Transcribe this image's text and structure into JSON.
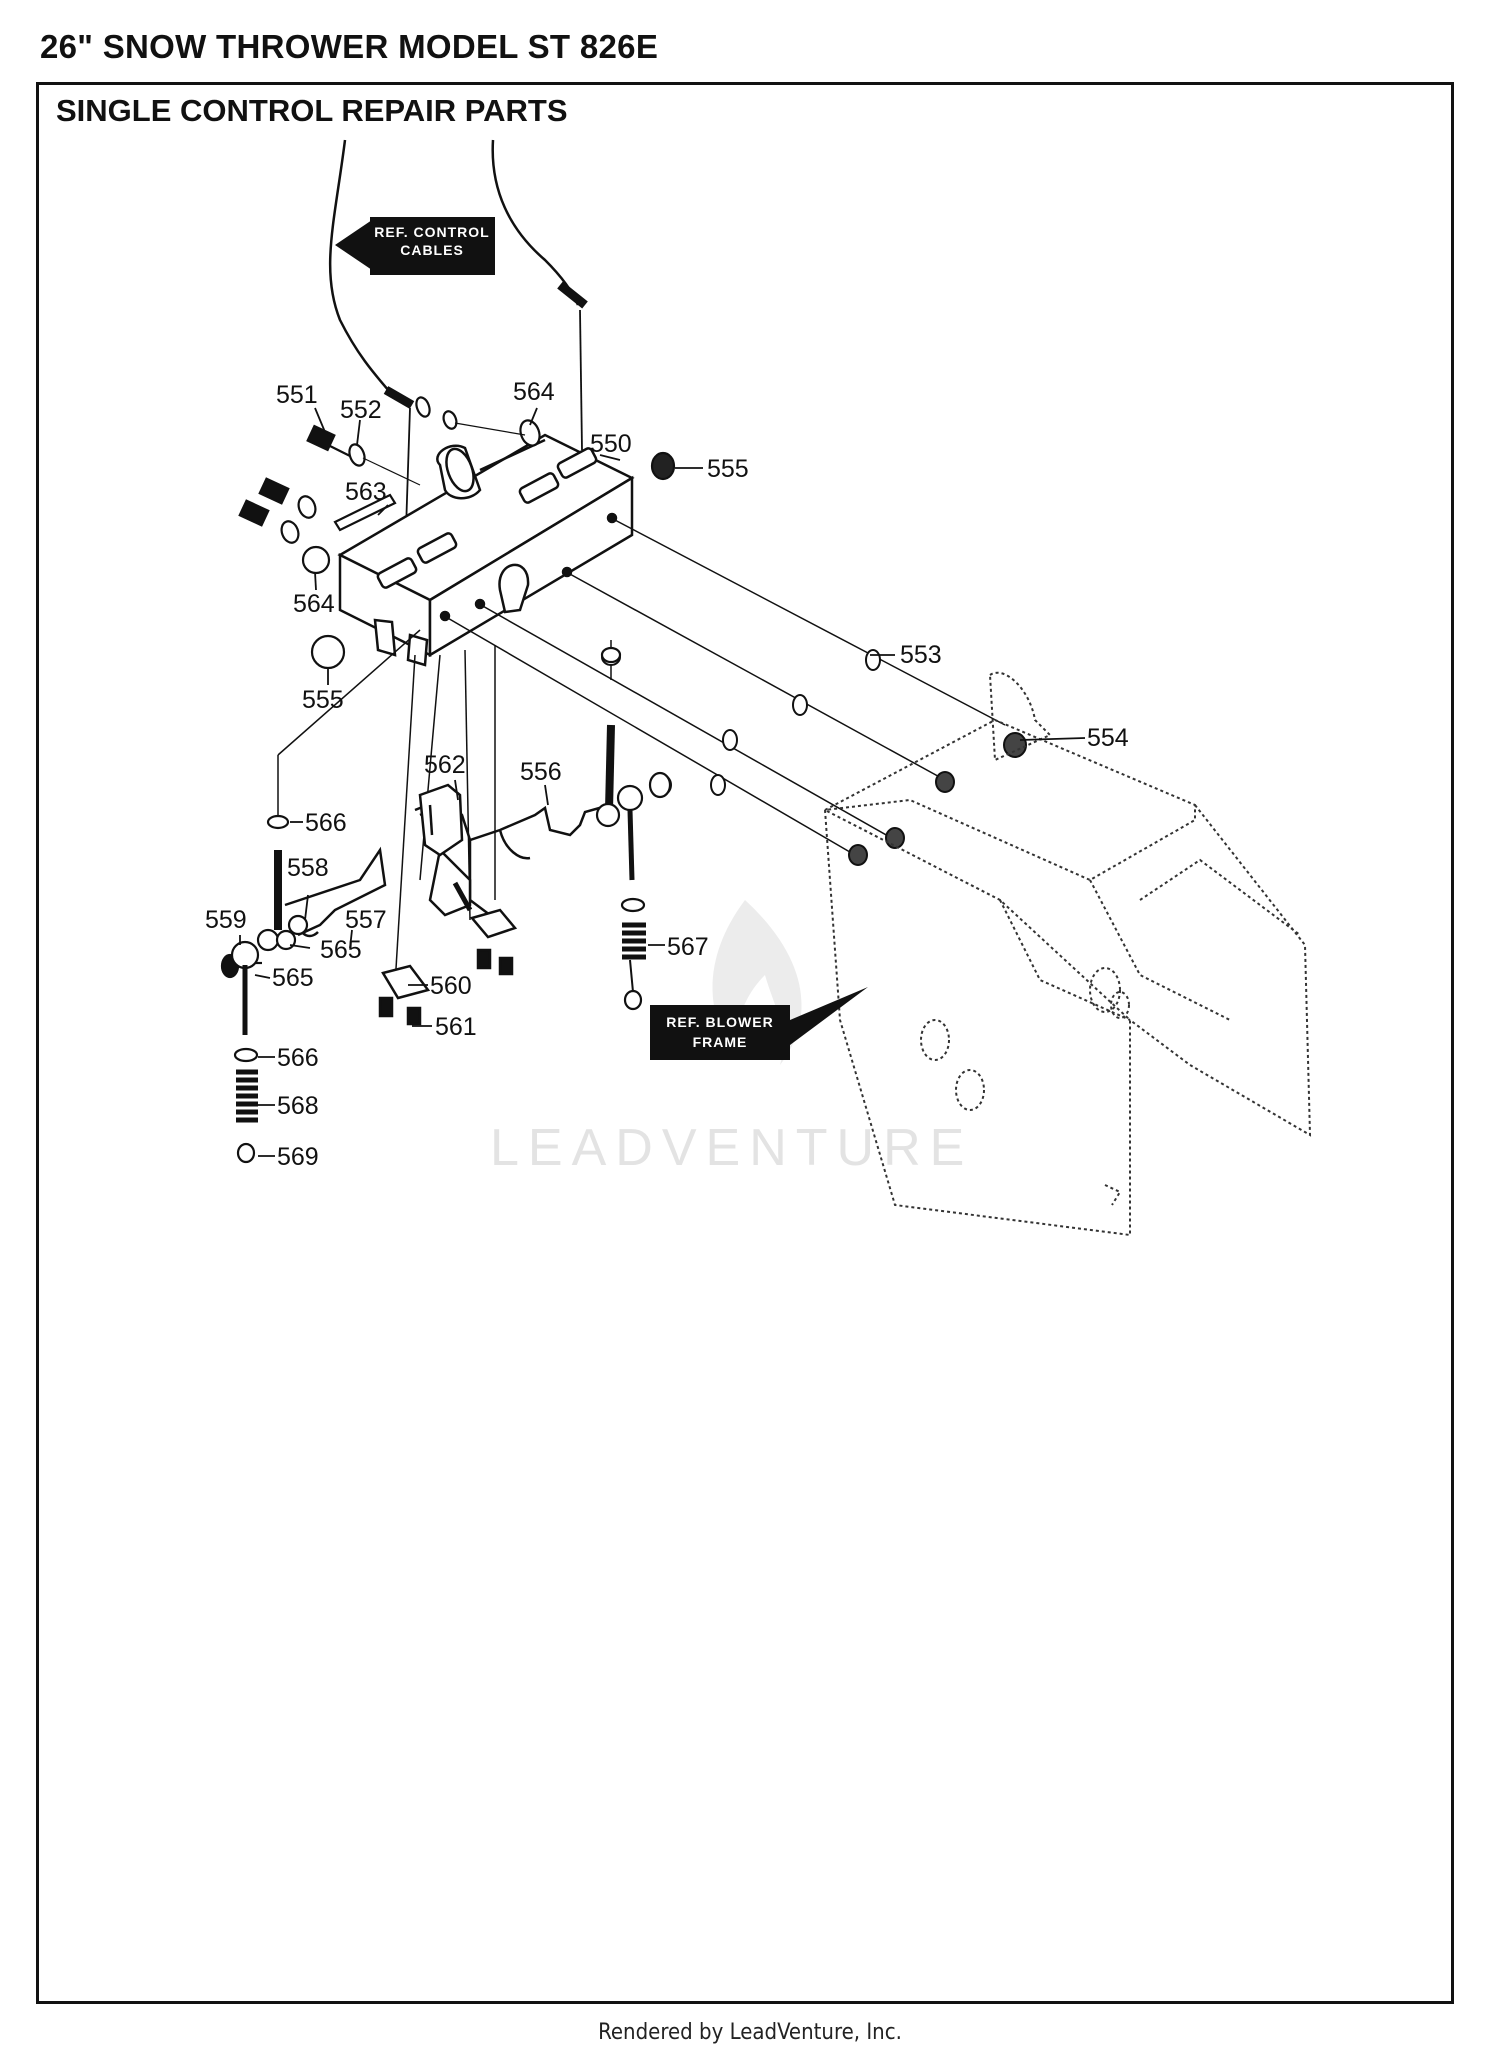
{
  "header": {
    "title": "26\" SNOW THROWER MODEL ST  826E",
    "subtitle": "SINGLE CONTROL  REPAIR PARTS"
  },
  "refs": {
    "control_cables": [
      "REF. CONTROL",
      "CABLES"
    ],
    "blower_frame": [
      "REF. BLOWER",
      "FRAME"
    ]
  },
  "watermark": "LEADVENTURE",
  "callouts": {
    "p550": "550",
    "p551": "551",
    "p552": "552",
    "p553": "553",
    "p554": "554",
    "p555a": "555",
    "p555b": "555",
    "p556": "556",
    "p557": "557",
    "p558": "558",
    "p559": "559",
    "p560": "560",
    "p561": "561",
    "p562": "562",
    "p563": "563",
    "p564a": "564",
    "p564b": "564",
    "p565a": "565",
    "p565b": "565",
    "p566a": "566",
    "p566b": "566",
    "p567": "567",
    "p568": "568",
    "p569": "569"
  },
  "footer": "Rendered by LeadVenture, Inc."
}
